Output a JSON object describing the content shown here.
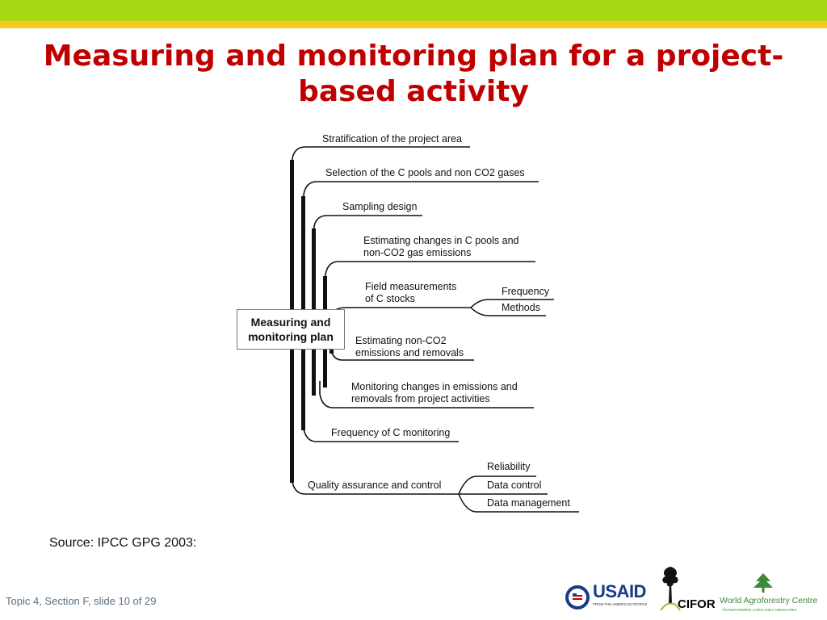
{
  "colors": {
    "top_bar_green": "#a8d714",
    "top_bar_yellow": "#f7c81e",
    "title_red": "#c00000",
    "usaid_blue": "#1a3a8a",
    "wac_green": "#3a8a3a"
  },
  "slide": {
    "title_line1": "Measuring and monitoring plan for a project-",
    "title_line2": "based activity",
    "source": "Source: IPCC GPG 2003:",
    "footer": "Topic 4, Section F, slide 10 of 29"
  },
  "diagram": {
    "center_line1": "Measuring and",
    "center_line2": "monitoring plan",
    "branches": [
      {
        "line1": "Stratification of the project area"
      },
      {
        "line1": "Selection of the C pools and non CO2 gases"
      },
      {
        "line1": "Sampling design"
      },
      {
        "line1": "Estimating changes in C pools and",
        "line2": "non-CO2 gas emissions"
      },
      {
        "line1": "Field measurements",
        "line2": "of C stocks",
        "children": [
          "Frequency",
          "Methods"
        ]
      },
      {
        "line1": "Estimating non-CO2",
        "line2": "emissions and removals"
      },
      {
        "line1": "Monitoring changes in emissions and",
        "line2": "removals from project activities"
      },
      {
        "line1": "Frequency of C monitoring"
      },
      {
        "line1": "Quality assurance and control",
        "children": [
          "Reliability",
          "Data control",
          "Data management"
        ]
      }
    ]
  },
  "logos": {
    "usaid": "USAID",
    "usaid_tagline": "FROM THE AMERICAN PEOPLE",
    "cifor": "CIFOR",
    "wac": "World Agroforestry Centre",
    "wac_tagline": "TRANSFORMING LIVES AND LANDSCAPES"
  }
}
